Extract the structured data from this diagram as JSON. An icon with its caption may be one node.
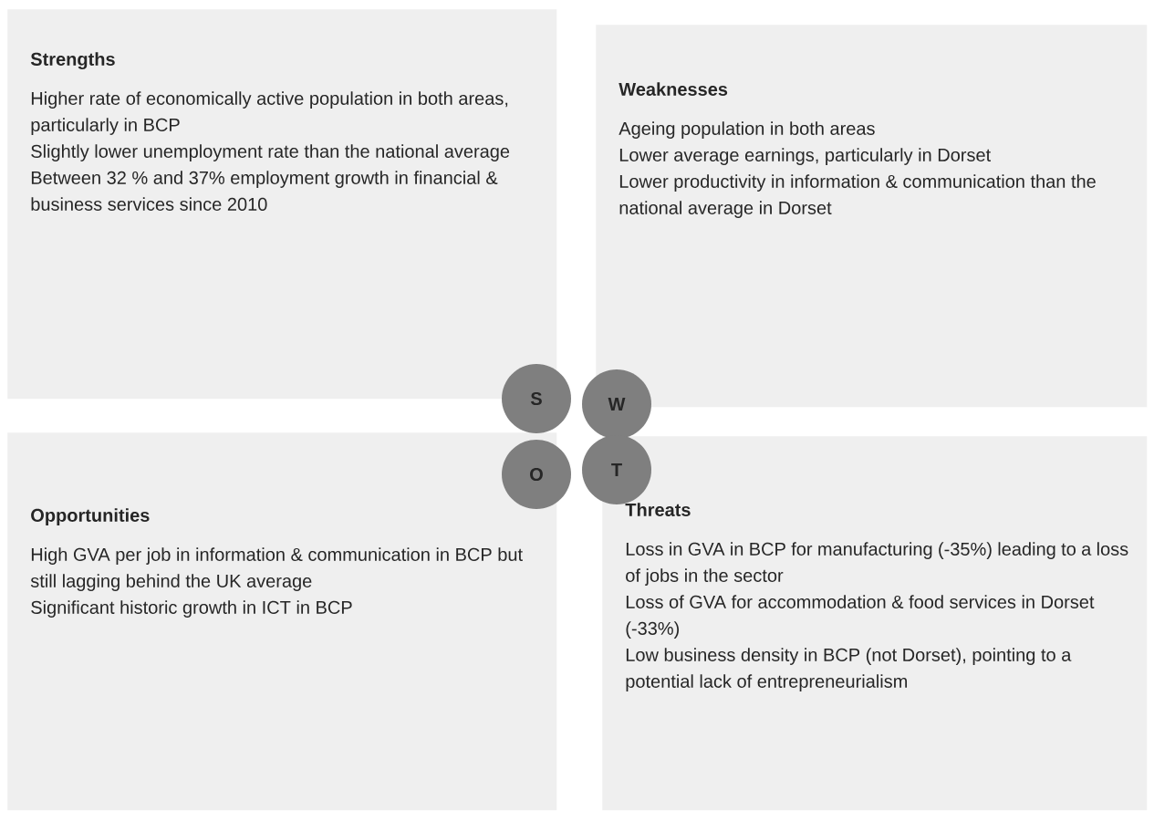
{
  "diagram": {
    "nodes": [
      {
        "text": [
          "Strengths",
          "Higher rate of economically active population in both areas, particularly in BCP",
          "Slightly lower unemployment rate than the national average",
          "Between 32 % and 37% employment growth in financial & business services since 2010"
        ]
      },
      {
        "text": [
          "Weaknesses",
          "Ageing population in both areas",
          "Lower average earnings, particularly in Dorset",
          "Lower productivity in information & communication than the national average in Dorset"
        ]
      },
      {
        "text": [
          "Opportunities",
          "High GVA per job in information & communication in BCP but still lagging behind the UK average",
          "Significant historic growth in ICT in BCP"
        ]
      },
      {
        "text": [
          "Threats",
          "Loss in GVA in BCP for manufacturing (-35%) leading to a loss of jobs in the sector",
          "Loss of GVA for accommodation & food services in Dorset (-33%)",
          "Low business density in BCP (not Dorset), pointing to a potential lack of entrepreneurialism"
        ]
      },
      {
        "text": [
          "S"
        ]
      },
      {
        "text": [
          "W"
        ]
      },
      {
        "text": [
          "O"
        ]
      },
      {
        "text": [
          "T"
        ]
      }
    ]
  }
}
